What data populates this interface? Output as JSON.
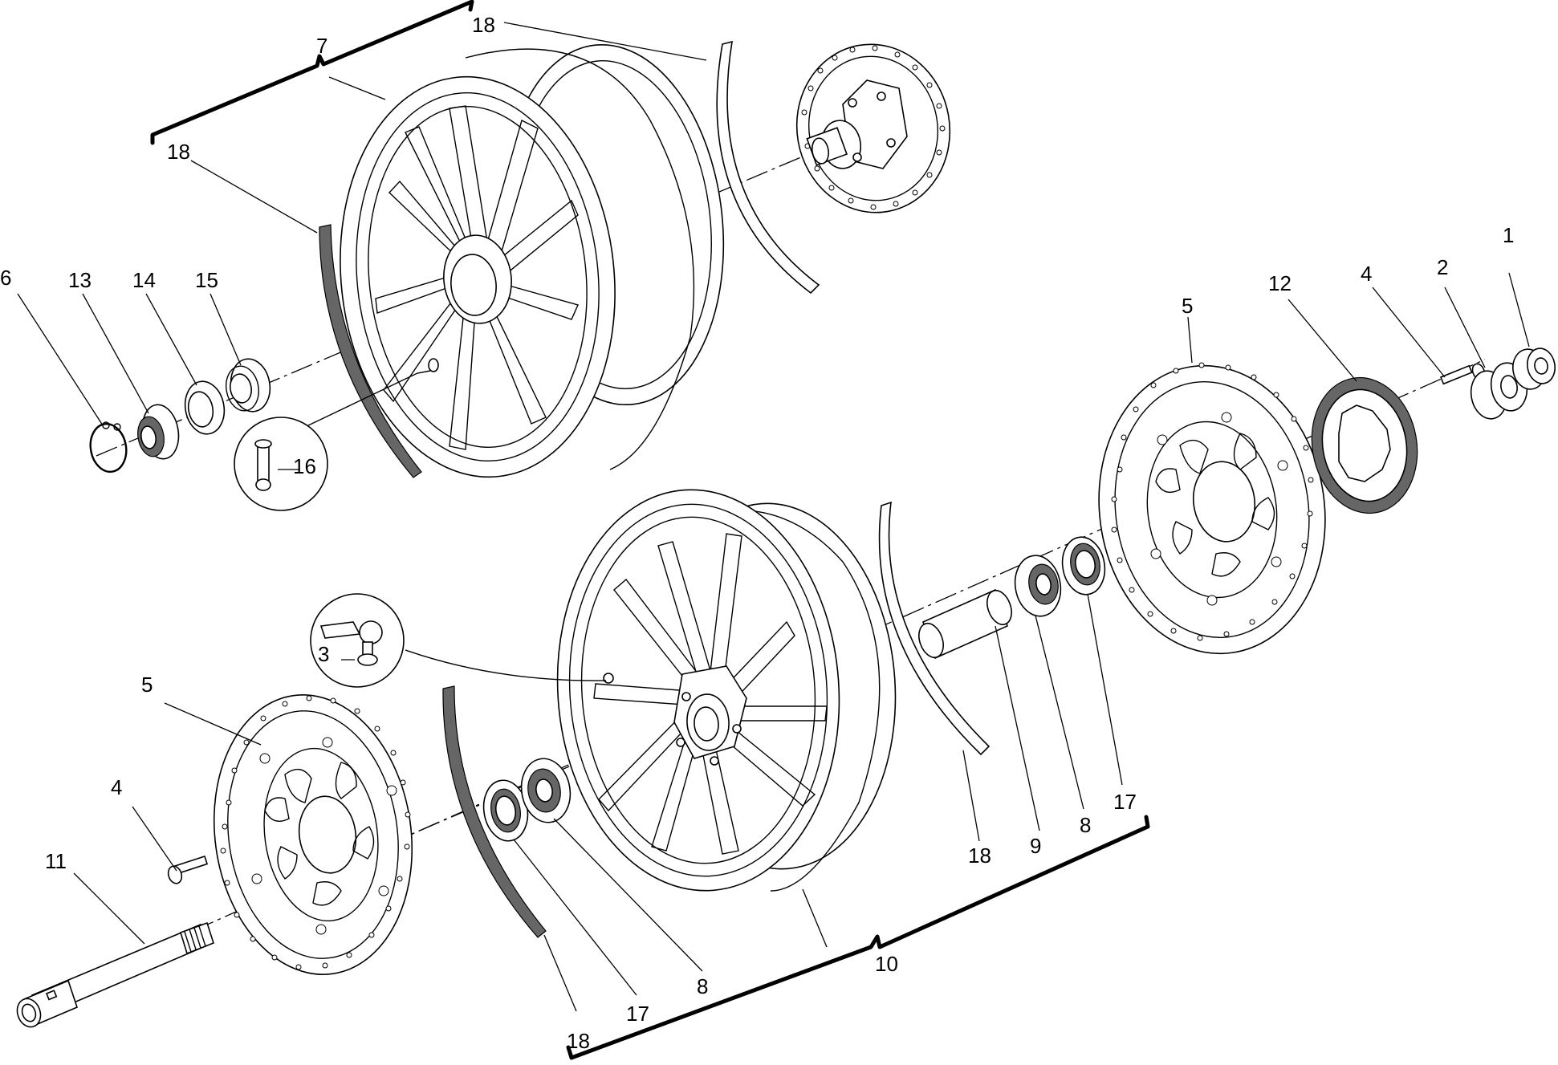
{
  "diagram": {
    "callouts": [
      {
        "id": "c7",
        "text": "7"
      },
      {
        "id": "c18a",
        "text": "18"
      },
      {
        "id": "c18b",
        "text": "18"
      },
      {
        "id": "c6",
        "text": "6"
      },
      {
        "id": "c13",
        "text": "13"
      },
      {
        "id": "c14",
        "text": "14"
      },
      {
        "id": "c15",
        "text": "15"
      },
      {
        "id": "c16",
        "text": "16"
      },
      {
        "id": "c12",
        "text": "12"
      },
      {
        "id": "c4a",
        "text": "4"
      },
      {
        "id": "c2",
        "text": "2"
      },
      {
        "id": "c1",
        "text": "1"
      },
      {
        "id": "c5a",
        "text": "5"
      },
      {
        "id": "c3",
        "text": "3"
      },
      {
        "id": "c5b",
        "text": "5"
      },
      {
        "id": "c4b",
        "text": "4"
      },
      {
        "id": "c11",
        "text": "11"
      },
      {
        "id": "c18c",
        "text": "18"
      },
      {
        "id": "c9",
        "text": "9"
      },
      {
        "id": "c8a",
        "text": "8"
      },
      {
        "id": "c17a",
        "text": "17"
      },
      {
        "id": "c10",
        "text": "10"
      },
      {
        "id": "c8b",
        "text": "8"
      },
      {
        "id": "c17b",
        "text": "17"
      },
      {
        "id": "c18d",
        "text": "18"
      }
    ]
  }
}
